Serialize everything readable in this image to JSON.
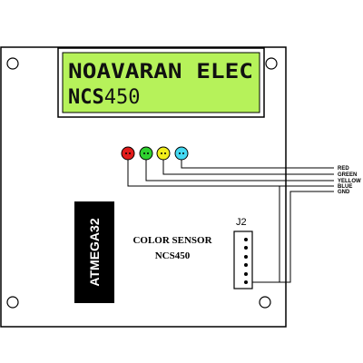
{
  "lcd": {
    "line1": "NOAVARAN ELEC",
    "line2_bold": "NCS",
    "line2_normal": "450",
    "backlight_color": "#b6f25a"
  },
  "leds": [
    {
      "name": "red",
      "color": "#e21b1b"
    },
    {
      "name": "green",
      "color": "#2fd12f"
    },
    {
      "name": "yellow",
      "color": "#f2ee1c"
    },
    {
      "name": "cyan",
      "color": "#44d9f2"
    }
  ],
  "wire_labels": [
    "RED",
    "GREEN",
    "YELLOW",
    "BLUE",
    "GND"
  ],
  "chip": {
    "label": "ATMEGA32",
    "color": "#000000"
  },
  "sensor": {
    "line1": "COLOR SENSOR",
    "line2": "NCS450"
  },
  "connector": {
    "label": "J2",
    "pins": 6
  }
}
